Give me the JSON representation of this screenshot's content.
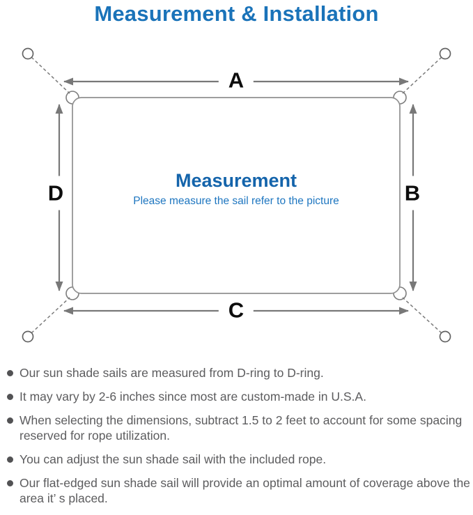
{
  "title": "Measurement & Installation",
  "diagram": {
    "labels": {
      "top": "A",
      "right": "B",
      "bottom": "C",
      "left": "D"
    },
    "center_title": "Measurement",
    "center_subtitle": "Please measure the sail refer to the picture"
  },
  "notes": {
    "items": [
      "Our sun shade sails are measured from D-ring to D-ring.",
      "It may vary by 2-6 inches since most are custom-made in U.S.A.",
      "When selecting the dimensions, subtract 1.5 to 2 feet to account for some spacing reserved for rope utilization.",
      "You can adjust the sun shade sail with the included rope.",
      "Our flat-edged sun shade sail will provide an optimal amount of coverage above the area it’ s placed."
    ]
  },
  "colors": {
    "accent_blue": "#1a73b9",
    "center_blue": "#1464ab",
    "subtitle_blue": "#1e76c0",
    "line_gray": "#7a7a7a",
    "arrow_gray": "#787878",
    "text_gray": "#5c5c5e",
    "bullet_gray": "#525254"
  }
}
